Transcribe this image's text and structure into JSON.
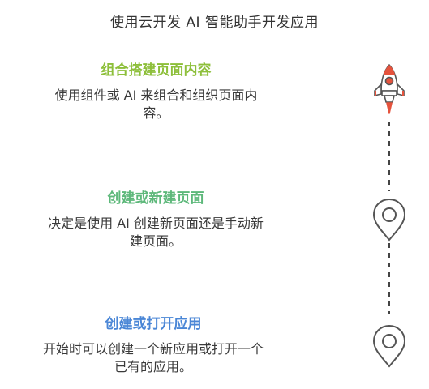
{
  "title": "使用云开发 AI 智能助手开发应用",
  "steps": [
    {
      "heading": "组合搭建页面内容",
      "description_line1": "使用组件或 AI 来组合和组织页面内",
      "description_line2": "容。",
      "heading_color": "#8dbf3a",
      "icon": "rocket-icon"
    },
    {
      "heading": "创建或新建页面",
      "description_line1": "决定是使用 AI 创建新页面还是手动新",
      "description_line2": "建页面。",
      "heading_color": "#5db87a",
      "icon": "map-pin-icon"
    },
    {
      "heading": "创建或打开应用",
      "description_line1": "开始时可以创建一个新应用或打开一个",
      "description_line2": "已有的应用。",
      "heading_color": "#4a86d6",
      "icon": "map-pin-icon"
    }
  ],
  "colors": {
    "text": "#3a3a3a",
    "icon_stroke": "#555555",
    "rocket_accent": "#e5533d"
  }
}
